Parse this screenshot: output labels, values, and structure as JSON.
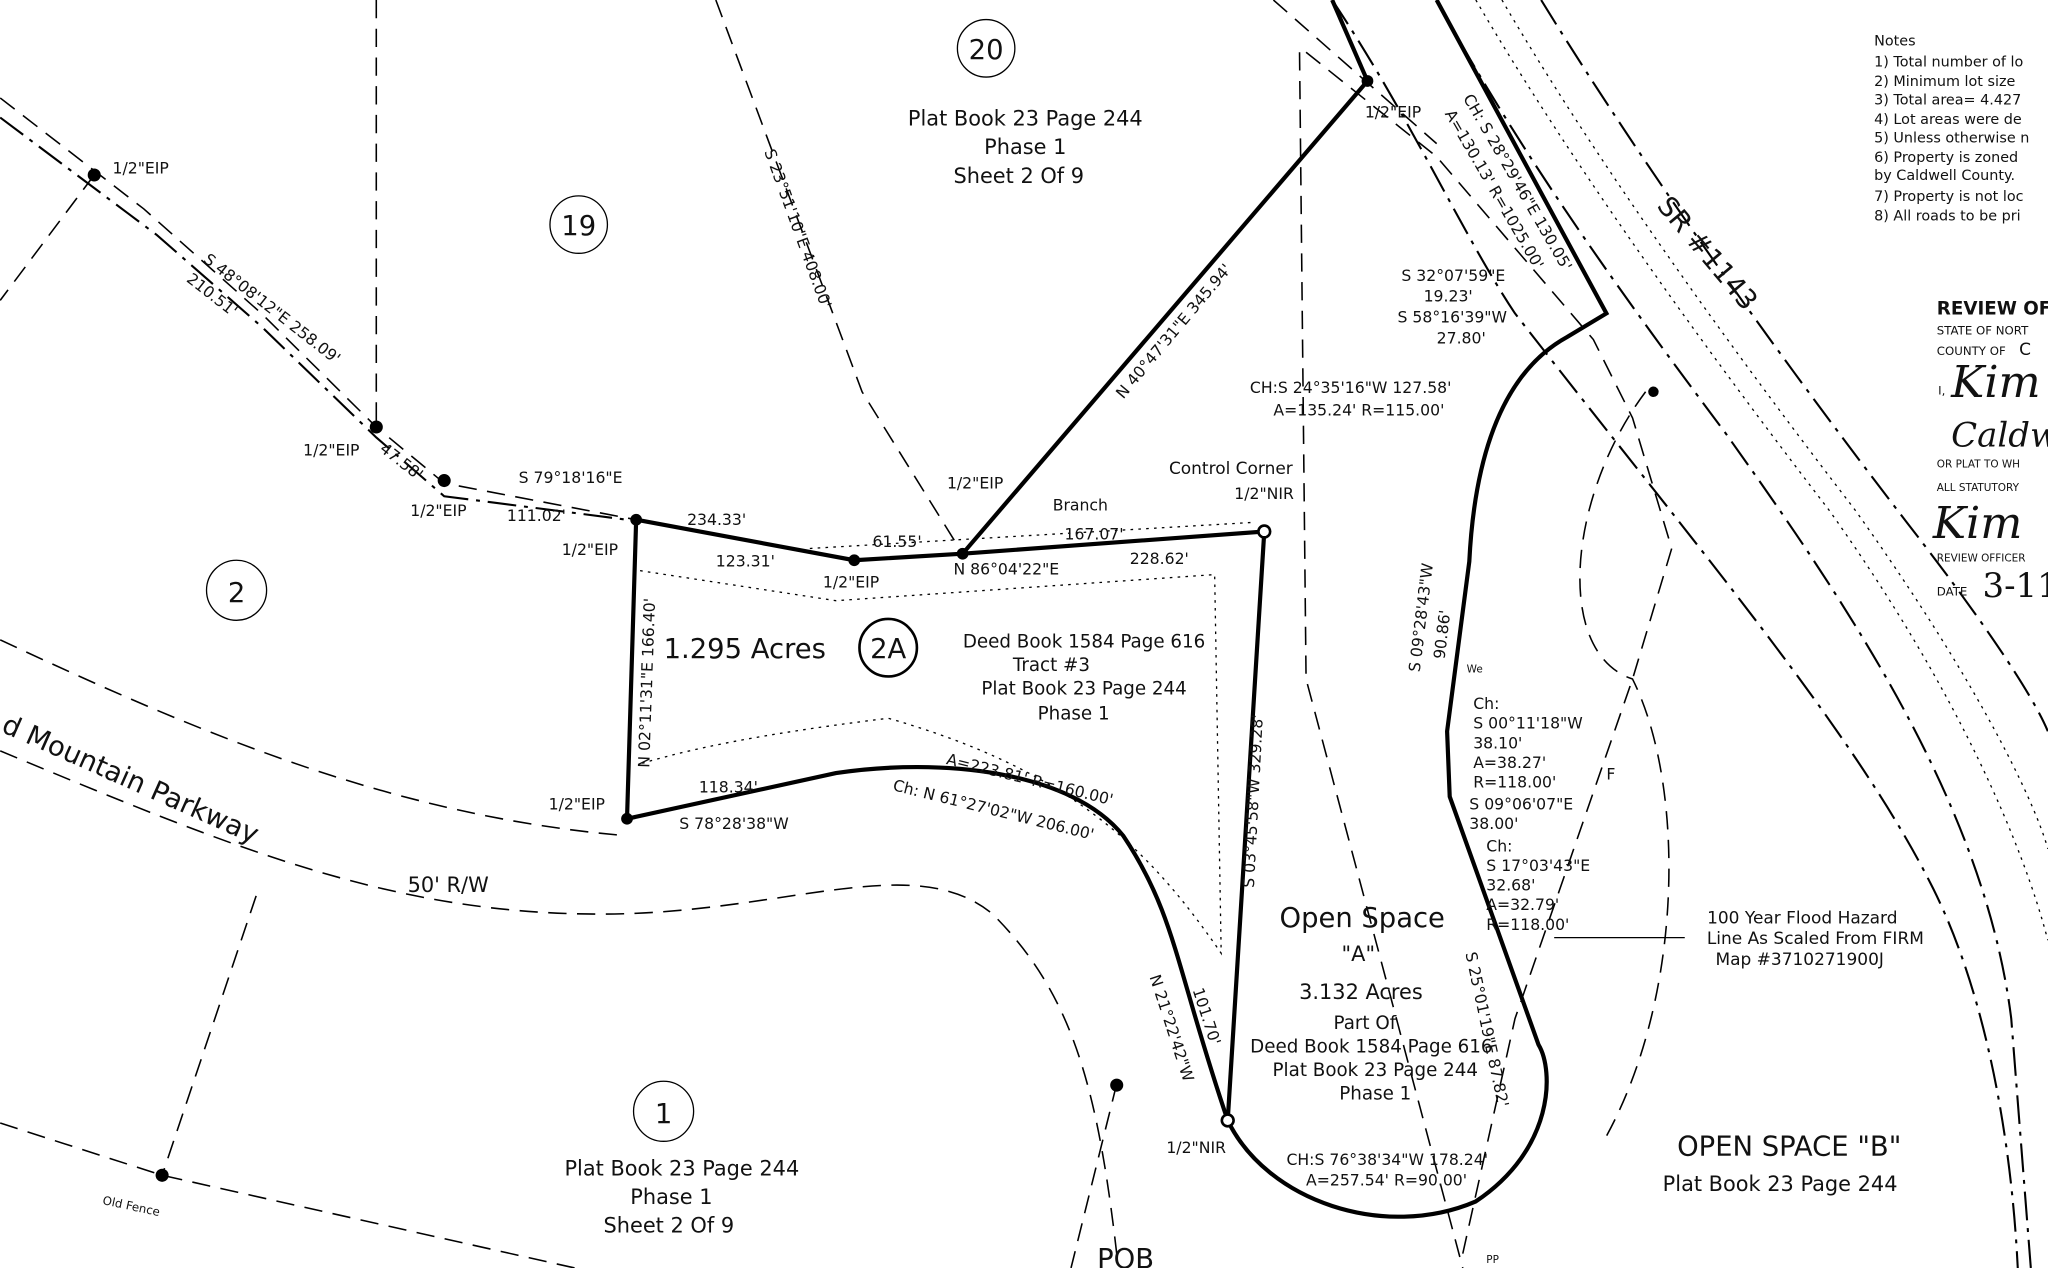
{
  "lots": {
    "lot20": {
      "number": "20",
      "ref1": "Plat Book 23 Page 244",
      "ref2": "Phase 1",
      "ref3": "Sheet 2 Of 9"
    },
    "lot19": {
      "number": "19"
    },
    "lot2": {
      "number": "2"
    },
    "lot2a": {
      "number": "2A",
      "area": "1.295 Acres",
      "ref1": "Deed Book 1584 Page 616",
      "ref2": "Tract #3",
      "ref3": "Plat Book 23 Page 244",
      "ref4": "Phase 1"
    },
    "lot1": {
      "number": "1",
      "ref1": "Plat Book 23 Page 244",
      "ref2": "Phase 1",
      "ref3": "Sheet 2 Of 9"
    },
    "open_space_a": {
      "title": "Open Space",
      "sub": "\"A\"",
      "area": "3.132 Acres",
      "ref1": "Part Of",
      "ref2": "Deed Book 1584 Page 616",
      "ref3": "Plat Book 23 Page 244",
      "ref4": "Phase 1"
    },
    "open_space_b": {
      "title": "OPEN SPACE \"B\"",
      "ref": "Plat Book 23 Page 244"
    }
  },
  "roads": {
    "parkway": "d Mountain Parkway",
    "row": "50' R/W",
    "sr": "SR #1143"
  },
  "labels": {
    "eip1": "1/2\"EIP",
    "eip2": "1/2\"EIP",
    "eip3": "1/2\"EIP",
    "eip4": "1/2\"EIP",
    "eip5": "1/2\"EIP",
    "eip6": "1/2\"EIP",
    "eip7": "1/2\"EIP",
    "eip8": "1/2\"EIP",
    "nir1": "1/2\"NIR",
    "nir2": "1/2\"NIR",
    "control_corner": "Control Corner",
    "branch": "Branch",
    "pob": "POB",
    "old_fence": "Old Fence",
    "b1": "S 48°08'12\"E  258.09'",
    "b1d": "210.51'",
    "b2": "47.58'",
    "b3": "S 79°18'16\"E",
    "b3d": "111.02'",
    "b4": "234.33'",
    "b5": "123.31'",
    "b6": "61.55'",
    "b7": "167.07'",
    "b8": "N 86°04'22\"E",
    "b9": "228.62'",
    "b10": "N 40°47'31\"E  345.94'",
    "b11": "S 23°51'10\"E  408.00'",
    "b12": "N 02°11'31\"E  166.40'",
    "b13": "118.34'",
    "b14": "S 78°28'38\"W",
    "b15": "A=223.81'  R=160.00'",
    "b16": "Ch: N 61°27'02\"W  206.00'",
    "b17": "N 21°22'42\"W",
    "b18": "101.70'",
    "b19": "S 03°45'58\"W  329.28'",
    "b20": "CH:S 24°35'16\"W  127.58'",
    "b21": "A=135.24'  R=115.00'",
    "b22": "S 32°07'59\"E",
    "b23": "19.23'",
    "b24": "S 58°16'39\"W",
    "b25": "27.80'",
    "b26": "CH: S 28°29'46\"E 130.05'",
    "b27": "A=130.13'  R=1025.00'",
    "b28": "S 09°28'43\"W",
    "b29": "90.86'",
    "b30": "Ch:",
    "b31": "S 00°11'18\"W",
    "b32": "38.10'",
    "b33": "A=38.27'",
    "b34": "R=118.00'",
    "b35": "S 09°06'07\"E",
    "b36": "38.00'",
    "b37": "Ch:",
    "b38": "S 17°03'43\"E",
    "b39": "32.68'",
    "b40": "A=32.79'",
    "b41": "R=118.00'",
    "b42": "S 25°01'19\"E  87.82'",
    "b43": "CH:S 76°38'34\"W 178.24'",
    "b44": "A=257.54'  R=90.00'",
    "flood1": "100 Year Flood Hazard",
    "flood2": "Line As Scaled From FIRM",
    "flood3": "Map #3710271900J",
    "f": "F",
    "pp": "PP",
    "we": "We"
  },
  "notes": {
    "title": "Notes",
    "items": [
      "1) Total number of lo",
      "2) Minimum lot size",
      "3) Total area= 4.427",
      "4) Lot areas were de",
      "5) Unless otherwise n",
      "6) Property is zoned",
      "by Caldwell County.",
      "7) Property is not loc",
      "8) All roads to be pri"
    ]
  },
  "review": {
    "title": "REVIEW OF",
    "state": "STATE OF NORT",
    "county": "COUNTY OF",
    "county_val": "C",
    "i": "I,",
    "name_sig": "Kim",
    "county_sig": "Caldw",
    "or_plat": "OR PLAT TO WH",
    "statutory": "ALL STATUTORY",
    "officer_sig": "Kim",
    "officer": "REVIEW OFFICER",
    "date": "DATE",
    "date_val": "3-11"
  }
}
